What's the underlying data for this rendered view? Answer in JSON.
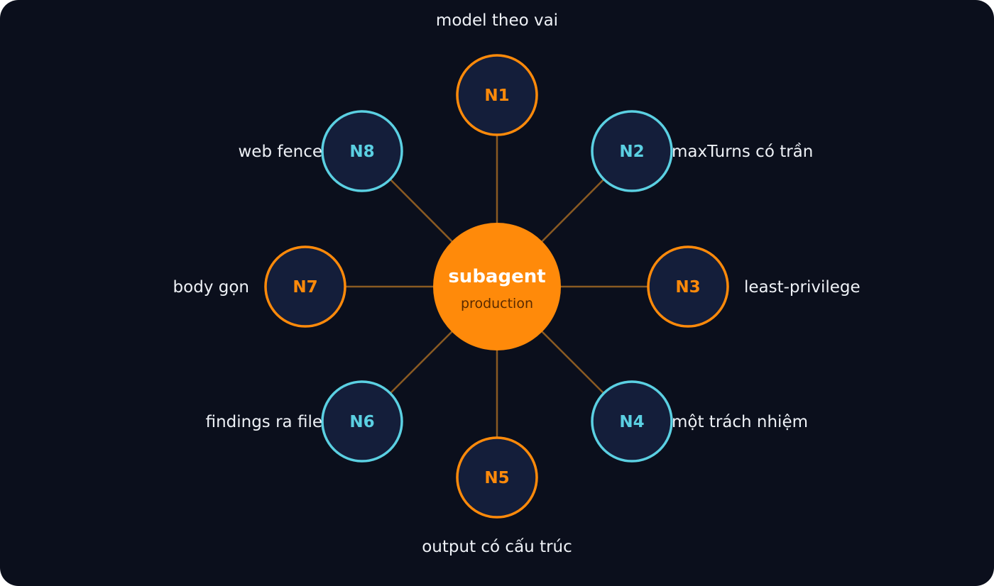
{
  "colors": {
    "background": "#0b0f1c",
    "node_fill": "#141e3a",
    "orange": "#ff8a0a",
    "cyan": "#5bd0e2",
    "spoke": "#8a5a22",
    "caption_text": "#eef1f6",
    "hub_subtitle": "#5a2a00"
  },
  "hub": {
    "title": "subagent",
    "subtitle": "production"
  },
  "nodes": [
    {
      "id": "N1",
      "caption": "model theo vai",
      "accent": "orange"
    },
    {
      "id": "N2",
      "caption": "maxTurns có trần",
      "accent": "cyan"
    },
    {
      "id": "N3",
      "caption": "least-privilege",
      "accent": "orange"
    },
    {
      "id": "N4",
      "caption": "một trách nhiệm",
      "accent": "cyan"
    },
    {
      "id": "N5",
      "caption": "output có cấu trúc",
      "accent": "orange"
    },
    {
      "id": "N6",
      "caption": "findings ra file",
      "accent": "cyan"
    },
    {
      "id": "N7",
      "caption": "body gọn",
      "accent": "orange"
    },
    {
      "id": "N8",
      "caption": "web fence",
      "accent": "cyan"
    }
  ]
}
